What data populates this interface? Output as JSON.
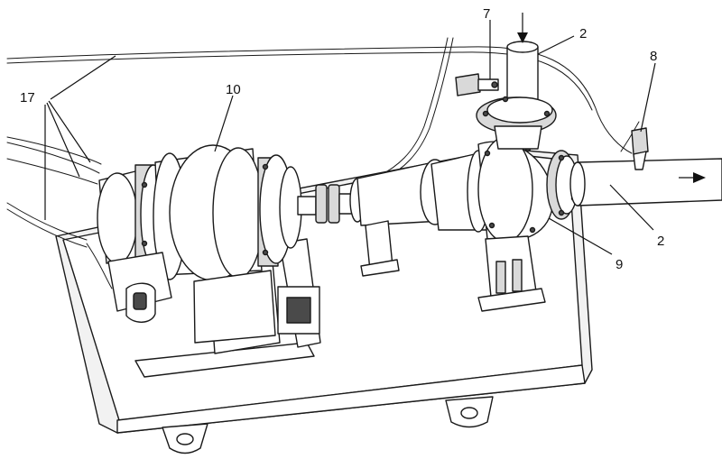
{
  "labels": {
    "sensor_cables": "17",
    "motor": "10",
    "pressure_sensor": "7",
    "pipe_inlet": "2",
    "pipe_outlet": "2",
    "flow_sensor": "8",
    "pump": "9"
  }
}
